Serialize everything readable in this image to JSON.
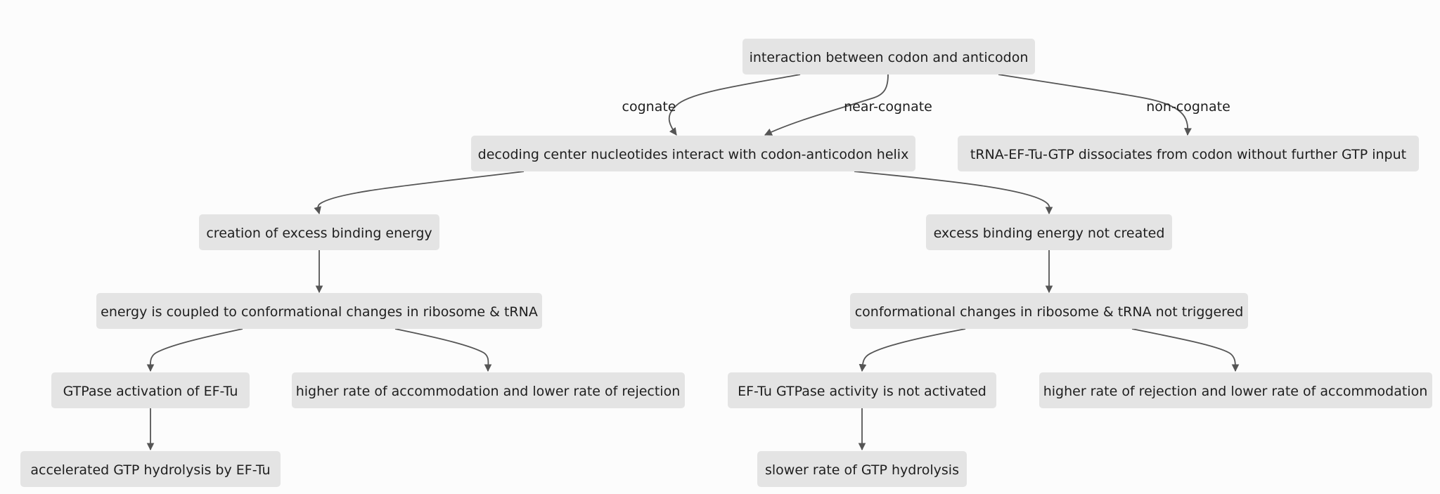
{
  "nodes": {
    "n1": "interaction between codon and anticodon",
    "n2": "decoding center nucleotides interact with codon-anticodon helix",
    "n3": "tRNA-EF-Tu-GTP dissociates from codon without further GTP input",
    "n4": "creation of excess binding energy",
    "n5": "excess binding energy not created",
    "n6": "energy is coupled to conformational changes in ribosome & tRNA",
    "n7": "conformational changes in ribosome & tRNA not triggered",
    "n8": "GTPase activation of EF-Tu",
    "n9": "higher rate of accommodation and lower rate of rejection",
    "n10": "EF-Tu GTPase activity is not activated",
    "n11": "higher rate of rejection and lower rate of accommodation",
    "n12": "accelerated GTP hydrolysis by EF-Tu",
    "n13": "slower rate of GTP hydrolysis"
  },
  "edge_labels": {
    "cognate": "cognate",
    "near_cognate": "near-cognate",
    "non_cognate": "non-cognate"
  },
  "colors": {
    "node_fill": "#e4e4e4",
    "edge": "#555555",
    "text": "#1e1e1e",
    "background": "#fcfcfc"
  }
}
